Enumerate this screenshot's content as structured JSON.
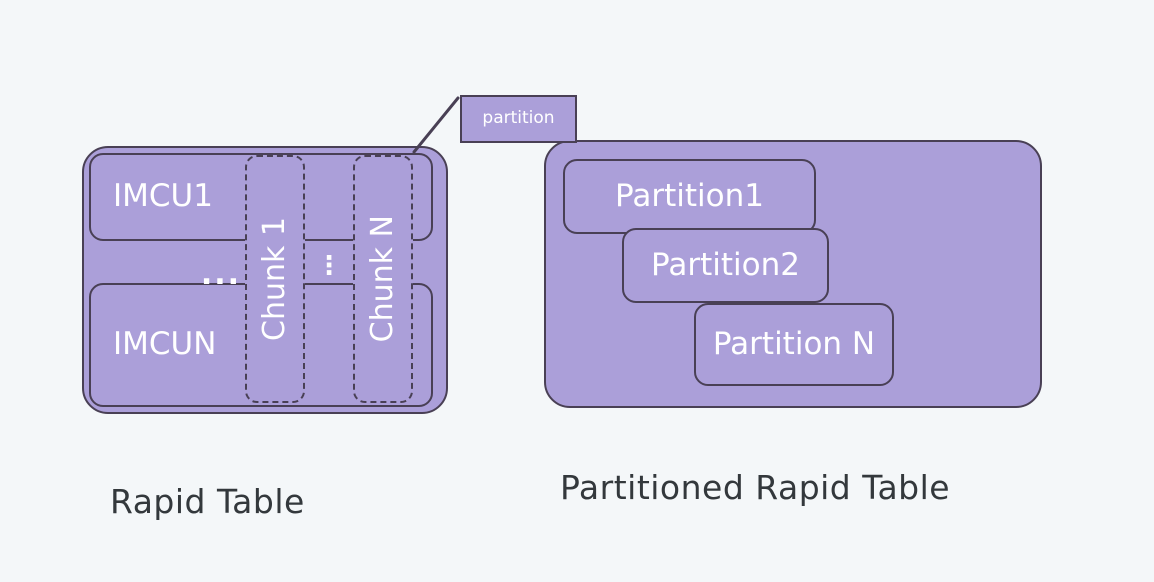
{
  "page": {
    "background_color": "#f4f7f9",
    "shape_fill_color": "#ab9fd9",
    "shape_border_color": "#494055",
    "shape_text_color": "#ffffff",
    "caption_text_color": "#33383c"
  },
  "rapid_table": {
    "caption": "Rapid Table",
    "imcus": [
      {
        "label": "IMCU1"
      },
      {
        "label": "IMCUN"
      }
    ],
    "imcu_ellipsis": "...",
    "chunks": [
      {
        "label": "Chunk 1"
      },
      {
        "label": "Chunk N"
      }
    ],
    "chunk_ellipsis": "⋮"
  },
  "callout": {
    "label": "partition",
    "leader_line": "diagonal-pointer"
  },
  "partitioned_rapid_table": {
    "caption": "Partitioned Rapid Table",
    "partitions": [
      {
        "label": "Partition1"
      },
      {
        "label": "Partition2"
      },
      {
        "label": "Partition N"
      }
    ]
  }
}
